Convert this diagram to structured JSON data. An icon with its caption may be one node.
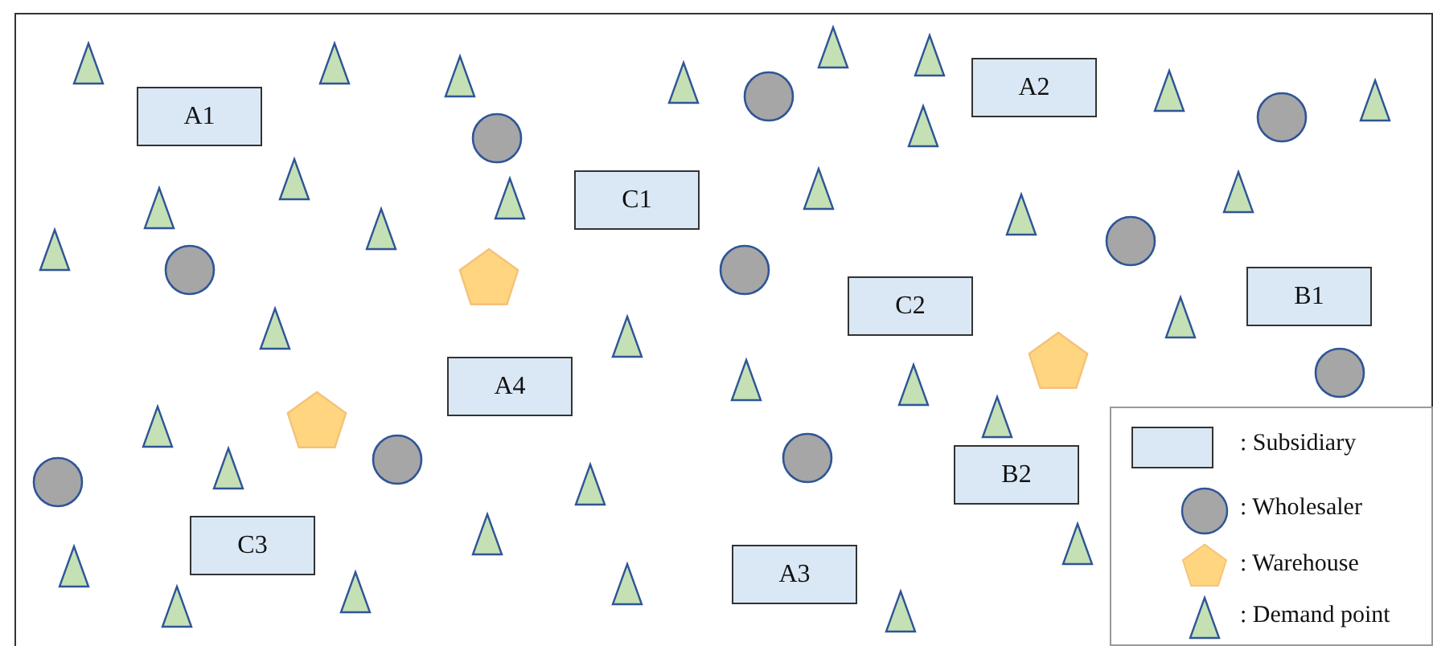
{
  "diagram": {
    "nodes": [
      {
        "text": [
          "A1"
        ]
      },
      {
        "text": [
          "A2"
        ]
      },
      {
        "text": [
          "C1"
        ]
      },
      {
        "text": [
          "C2"
        ]
      },
      {
        "text": [
          "B1"
        ]
      },
      {
        "text": [
          "A4"
        ]
      },
      {
        "text": [
          "B2"
        ]
      },
      {
        "text": [
          "C3"
        ]
      },
      {
        "text": [
          "A3"
        ]
      },
      {
        "text": [],
        "shape": "circle"
      },
      {
        "text": [],
        "shape": "circle"
      },
      {
        "text": [],
        "shape": "circle"
      },
      {
        "text": [],
        "shape": "circle"
      },
      {
        "text": [],
        "shape": "circle"
      },
      {
        "text": [],
        "shape": "circle"
      },
      {
        "text": [],
        "shape": "circle"
      },
      {
        "text": [],
        "shape": "circle"
      },
      {
        "text": [],
        "shape": "circle"
      },
      {
        "text": [],
        "shape": "circle"
      },
      {
        "text": [],
        "shape": "pentagon"
      },
      {
        "text": [],
        "shape": "pentagon"
      },
      {
        "text": [],
        "shape": "pentagon"
      },
      {
        "text": [],
        "shape": "triangle"
      },
      {
        "text": [],
        "shape": "triangle"
      },
      {
        "text": [],
        "shape": "triangle"
      },
      {
        "text": [],
        "shape": "triangle"
      },
      {
        "text": [],
        "shape": "triangle"
      },
      {
        "text": [],
        "shape": "triangle"
      },
      {
        "text": [],
        "shape": "triangle"
      },
      {
        "text": [],
        "shape": "triangle"
      },
      {
        "text": [],
        "shape": "triangle"
      },
      {
        "text": [],
        "shape": "triangle"
      },
      {
        "text": [],
        "shape": "triangle"
      },
      {
        "text": [],
        "shape": "triangle"
      },
      {
        "text": [],
        "shape": "triangle"
      },
      {
        "text": [],
        "shape": "triangle"
      },
      {
        "text": [],
        "shape": "triangle"
      },
      {
        "text": [],
        "shape": "triangle"
      },
      {
        "text": [],
        "shape": "triangle"
      },
      {
        "text": [],
        "shape": "triangle"
      },
      {
        "text": [],
        "shape": "triangle"
      },
      {
        "text": [],
        "shape": "triangle"
      },
      {
        "text": [],
        "shape": "triangle"
      },
      {
        "text": [],
        "shape": "triangle"
      },
      {
        "text": [],
        "shape": "triangle"
      },
      {
        "text": [],
        "shape": "triangle"
      },
      {
        "text": [],
        "shape": "triangle"
      },
      {
        "text": [],
        "shape": "triangle"
      },
      {
        "text": [],
        "shape": "triangle"
      },
      {
        "text": [],
        "shape": "triangle"
      },
      {
        "text": [],
        "shape": "triangle"
      },
      {
        "text": [],
        "shape": "triangle"
      },
      {
        "text": [],
        "shape": "triangle"
      },
      {
        "text": [],
        "shape": "triangle"
      },
      {
        "text": [],
        "shape": "triangle"
      }
    ],
    "legend": [
      {
        "text": ": Subsidiary"
      },
      {
        "text": ": Wholesaler"
      },
      {
        "text": ": Warehouse"
      },
      {
        "text": ": Demand point"
      }
    ]
  }
}
